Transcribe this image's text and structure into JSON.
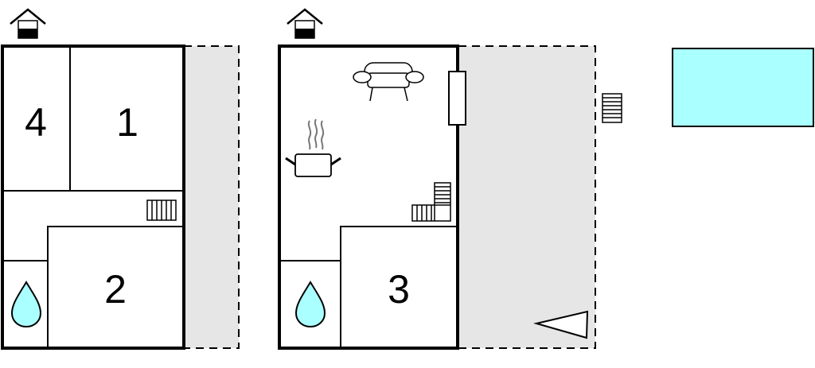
{
  "floors": [
    {
      "rooms": [
        {
          "label": "4"
        },
        {
          "label": "1"
        },
        {
          "label": "2"
        }
      ],
      "icons": [
        "entrance-house-icon",
        "radiator-icon",
        "water-drop-icon"
      ]
    },
    {
      "rooms": [
        {
          "label": "3"
        }
      ],
      "icons": [
        "entrance-house-icon",
        "sofa-icon",
        "cooking-pot-icon",
        "staircase-icon",
        "water-drop-icon",
        "window-icon",
        "north-arrow-icon"
      ]
    }
  ],
  "outdoor": {
    "icons": [
      "terrace-steps-icon",
      "swimming-pool-icon"
    ]
  },
  "colors": {
    "terrace": "#e6e6e6",
    "pool": "#aaffff",
    "water": "#aaffff",
    "wall": "#000000"
  }
}
